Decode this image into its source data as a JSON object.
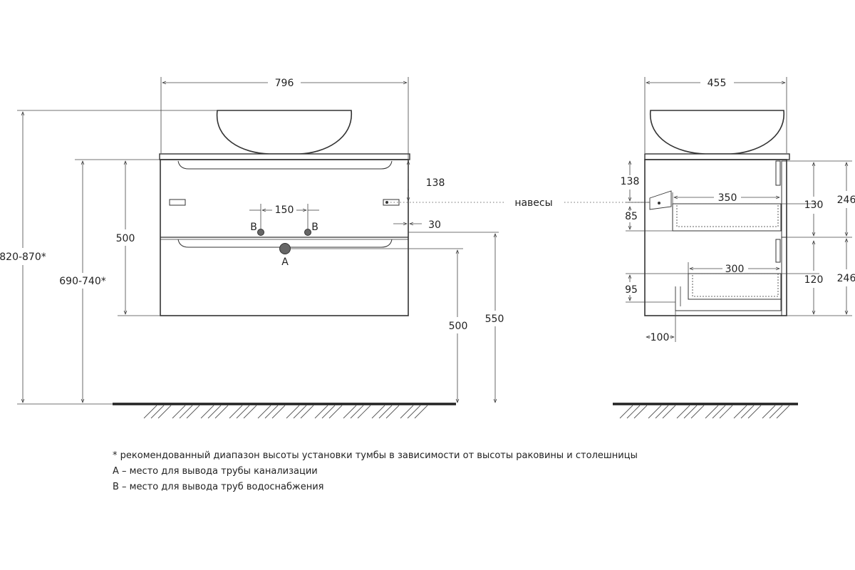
{
  "front": {
    "width_label": "796",
    "total_height_label": "820-870*",
    "cabinet_height_label": "690-740*",
    "body_height_label": "500",
    "drain_height_label": "500",
    "water_height_label": "550",
    "hinge_offset_label": "138",
    "pipe_spacing_label": "150",
    "side_offset_label": "30",
    "water_pipe_label": "B",
    "drain_label": "A",
    "hinges_label": "навесы"
  },
  "side": {
    "depth_label": "455",
    "hinge_offset_label": "138",
    "upper_step_label": "85",
    "upper_drawer_depth_label": "350",
    "upper_drawer_height_label": "130",
    "upper_section_label": "246",
    "lower_step_label": "95",
    "lower_drawer_depth_label": "300",
    "lower_drawer_height_label": "120",
    "lower_section_label": "246",
    "back_offset_label": "100"
  },
  "notes": [
    "* рекомендованный диапазон высоты установки тумбы в зависимости от высоты раковины и столешницы",
    "А – место для вывода трубы канализации",
    "В – место для вывода труб водоснабжения"
  ]
}
